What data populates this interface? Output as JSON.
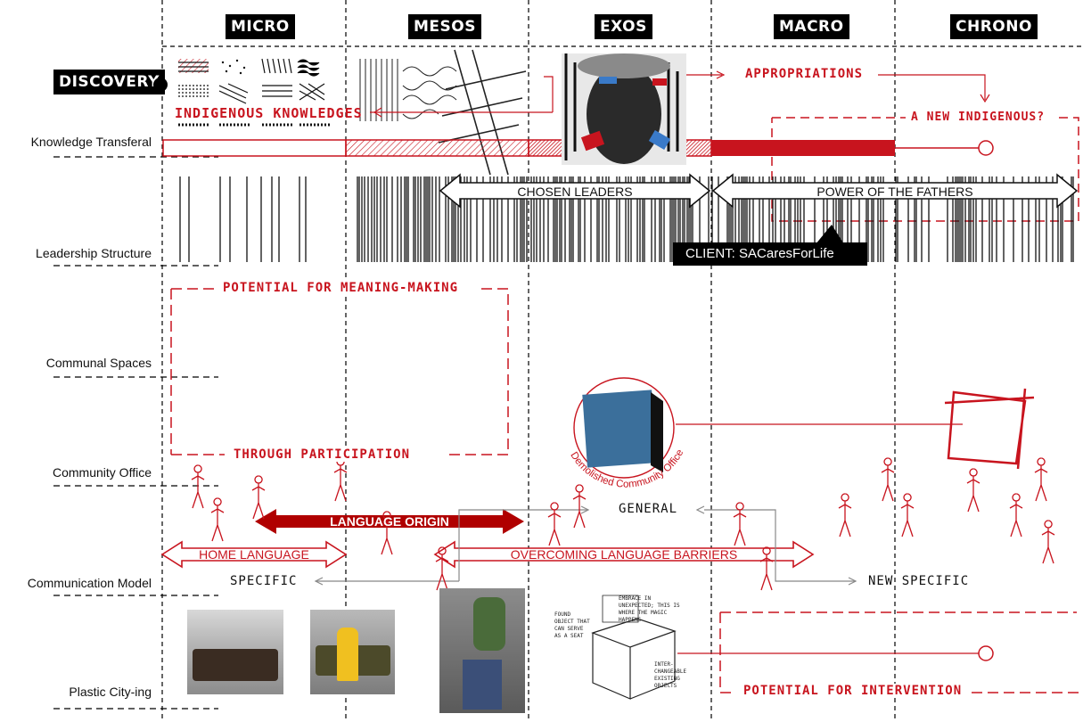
{
  "columns": [
    "MICRO",
    "MESOS",
    "EXOS",
    "MACRO",
    "CHRONO"
  ],
  "discovery_label": "DISCOVERY",
  "rows": [
    "Knowledge Transferal",
    "Leadership Structure",
    "Communal Spaces",
    "Community Office",
    "Communication Model",
    "Plastic City-ing"
  ],
  "annotations": {
    "indigenous_knowledges": "INDIGENOUS KNOWLEDGES",
    "appropriations": "APPROPRIATIONS",
    "new_indigenous": "A NEW INDIGENOUS?",
    "meaning_making": "POTENTIAL FOR MEANING-MAKING",
    "through_participation": "THROUGH PARTICIPATION",
    "demolished_office": "Demolished Community Office",
    "general": "GENERAL",
    "specific": "SPECIFIC",
    "new_specific": "NEW SPECIFIC",
    "potential_intervention": "POTENTIAL FOR INTERVENTION"
  },
  "arrows": {
    "chosen_leaders": "CHOSEN LEADERS",
    "power_of_fathers": "POWER OF THE FATHERS",
    "language_origin": "LANGUAGE ORIGIN",
    "home_language": "HOME LANGUAGE",
    "overcoming_barriers": "OVERCOMING LANGUAGE BARRIERS"
  },
  "client_tag": "CLIENT: SACaresForLife",
  "sketch_notes": [
    "FOUND OBJECT THAT CAN SERVE AS A SEAT",
    "EMBRACE IN UNEXPECTED; THIS IS WHERE THE MAGIC HAPPENS",
    "INTER-CHANGEABLE EXISTING OBJECTS"
  ],
  "colors": {
    "red": "#c8141e",
    "dark_red": "#b00000",
    "black": "#000000"
  }
}
